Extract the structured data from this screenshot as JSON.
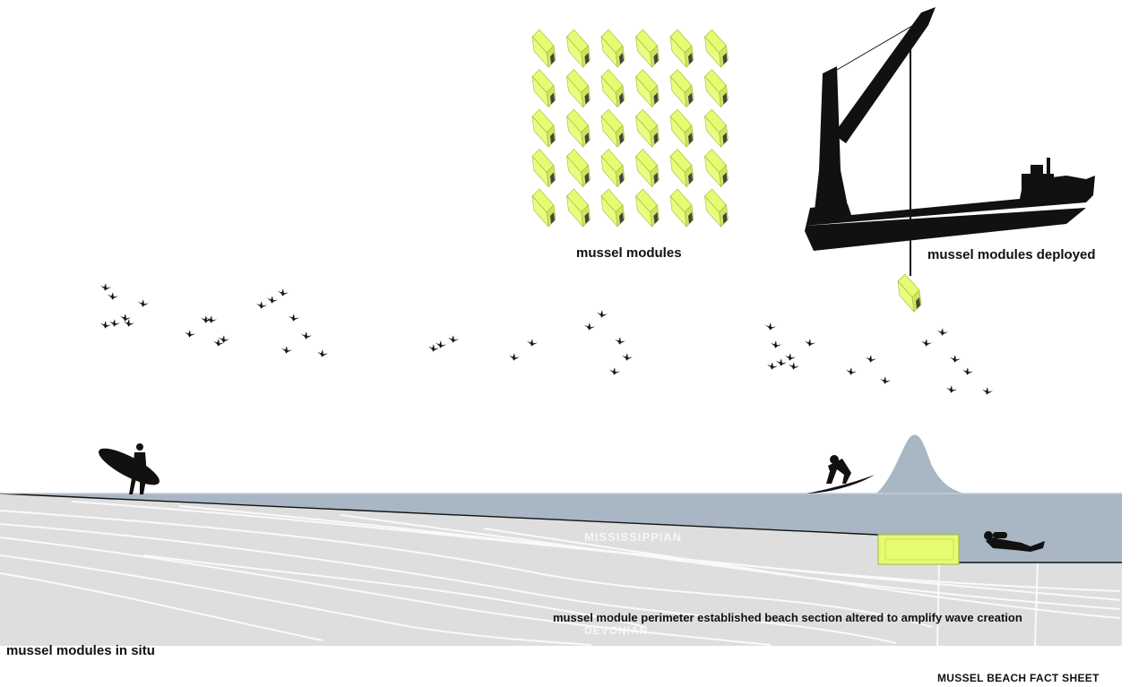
{
  "labels": {
    "modules": "mussel modules",
    "deployed": "mussel modules deployed",
    "perimeter": "mussel module perimeter established beach section altered to amplify wave creation",
    "in_situ": "mussel modules in situ",
    "title": "MUSSEL BEACH FACT SHEET"
  },
  "geology": {
    "mississippian": "MISSISSIPPIAN",
    "devonian": "DEVONIAN"
  },
  "colors": {
    "module_green": "#e6fb70",
    "module_shade": "#c9e35a",
    "water": "#a9b6c3",
    "seabed": "#dedede",
    "silhouette": "#111111"
  },
  "grid": {
    "rows": 5,
    "cols": 6
  }
}
